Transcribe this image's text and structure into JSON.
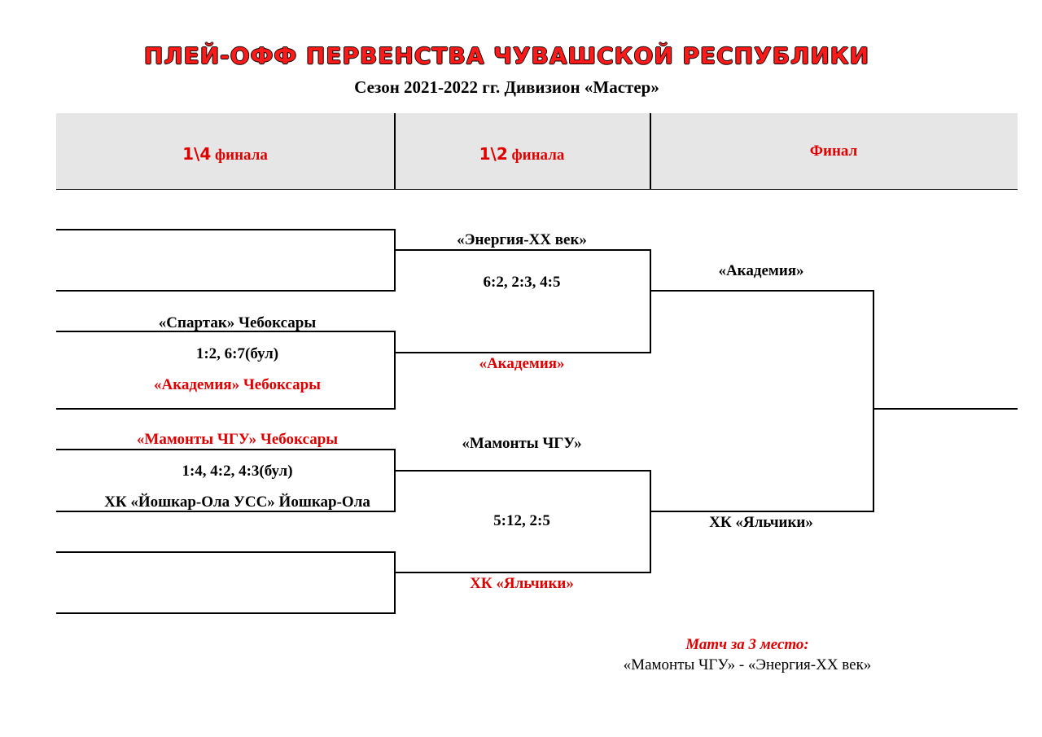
{
  "header": {
    "title": "ПЛЕЙ-ОФФ ПЕРВЕНСТВА ЧУВАШСКОЙ РЕСПУБЛИКИ",
    "subtitle": "Сезон 2021-2022 гг.  Дивизион «Мастер»"
  },
  "rounds": {
    "quarter_num": "1\\4",
    "quarter_word": " финала",
    "semi_num": "1\\2",
    "semi_word": " финала",
    "final": "Финал"
  },
  "quarterfinals": {
    "match2": {
      "team1": "«Спартак» Чебоксары",
      "score": "1:2, 6:7(бул)",
      "team2": "«Академия» Чебоксары"
    },
    "match3": {
      "team1": "«Мамонты ЧГУ» Чебоксары",
      "score": "1:4, 4:2, 4:3(бул)",
      "team2": "ХК «Йошкар-Ола УСС» Йошкар-Ола"
    }
  },
  "semifinals": {
    "match1": {
      "team1": "«Энергия-XX век»",
      "score": "6:2, 2:3, 4:5",
      "team2": "«Академия»"
    },
    "match2": {
      "team1": "«Мамонты ЧГУ»",
      "score": "5:12, 2:5",
      "team2": "ХК «Яльчики»"
    }
  },
  "final": {
    "team1": "«Академия»",
    "team2": "ХК «Яльчики»"
  },
  "third_place": {
    "title": "Матч за 3 место:",
    "text": "«Мамонты ЧГУ» - «Энергия-XX век»"
  },
  "colors": {
    "winner": "#e00000",
    "header_bg": "#e6e6e6"
  }
}
